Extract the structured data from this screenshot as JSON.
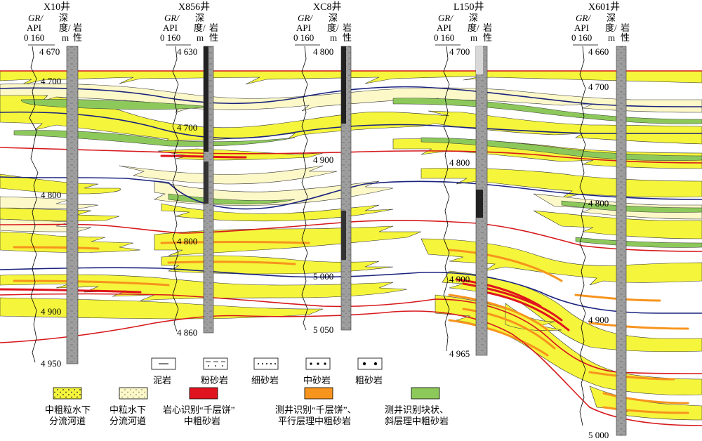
{
  "wells": [
    {
      "name": "X10井",
      "top": "4 670",
      "depths": [
        "4 700",
        "4 800",
        "4 900"
      ],
      "bottom": "4 950"
    },
    {
      "name": "X856井",
      "top": "4 630",
      "depths": [
        "4 700",
        "4 800"
      ],
      "bottom": "4 860"
    },
    {
      "name": "XC8井",
      "top": "4 800",
      "depths": [
        "4 900",
        "5 000"
      ],
      "bottom": "5 050"
    },
    {
      "name": "L150井",
      "top": "4 700",
      "depths": [
        "4 800",
        "4 900"
      ],
      "bottom": "4 965"
    },
    {
      "name": "X601井",
      "top": "4 660",
      "depths": [
        "4 700",
        "4 800",
        "4 900"
      ],
      "bottom": "5 000"
    }
  ],
  "header": {
    "gr": "GR/",
    "api": "API",
    "scale": "0 160",
    "depth_1": "深",
    "depth_2": "度/",
    "depth_unit": "m",
    "lith_1": "岩",
    "lith_2": "性"
  },
  "lithology_legend": [
    "泥岩",
    "粉砂岩",
    "细砂岩",
    "中砂岩",
    "粗砂岩"
  ],
  "facies_legend": [
    {
      "line1": "中粗粒水下",
      "line2": "分流河道",
      "color": "#f5f53c"
    },
    {
      "line1": "中粒水下",
      "line2": "分流河道",
      "color": "#fdf8c8"
    },
    {
      "line1": "岩心识别“千层饼”",
      "line2": "中粗砂岩",
      "color": "#e0141e"
    },
    {
      "line1": "测井识别“千层饼”、",
      "line2": "平行层理中粗砂岩",
      "color": "#f7941d"
    },
    {
      "line1": "测井识别块状、",
      "line2": "斜层理中粗砂岩",
      "color": "#8dc95a"
    }
  ],
  "colors": {
    "coarse_channel": "#f5f53c",
    "medium_channel": "#fdf8c8",
    "core_layer": "#e0141e",
    "log_layer": "#f7941d",
    "massive_layer": "#8dc95a",
    "boundary_red": "#d7191c",
    "boundary_blue": "#1a237e",
    "column_gray": "#9e9e9e"
  }
}
